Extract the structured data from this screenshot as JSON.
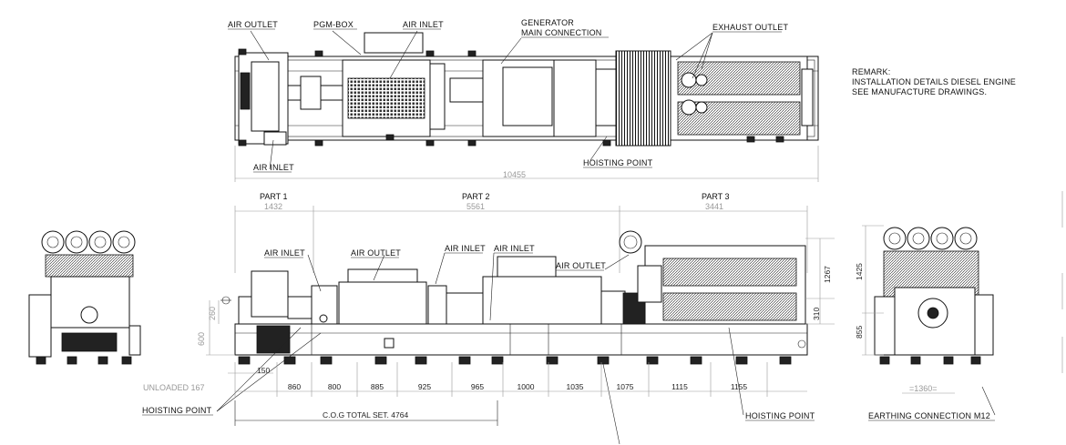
{
  "labels": {
    "air_outlet_top": "AIR OUTLET",
    "pgm_box": "PGM-BOX",
    "air_inlet_top": "AIR INLET",
    "generator_line1": "GENERATOR",
    "generator_line2": "MAIN CONNECTION",
    "exhaust_outlet": "EXHAUST OUTLET",
    "air_inlet_top_lower": "AIR INLET",
    "hoisting_point_top": "HOISTING POINT",
    "air_inlet_side1": "AIR INLET",
    "air_outlet_side": "AIR OUTLET",
    "air_inlet_side2": "AIR INLET",
    "air_inlet_side3": "AIR INLET",
    "air_outlet_side2": "AIR OUTLET",
    "hoisting_point_left": "HOISTING POINT",
    "hoisting_point_right": "HOISTING POINT",
    "earthing": "EARTHING CONNECTION M12"
  },
  "remark": {
    "line1": "REMARK:",
    "line2": "INSTALLATION DETAILS DIESEL ENGINE",
    "line3": "SEE MANUFACTURE DRAWINGS."
  },
  "parts": {
    "part1": "PART 1",
    "part2": "PART 2",
    "part3": "PART 3",
    "part1_len": "1432",
    "part2_len": "5561",
    "part3_len": "3441"
  },
  "dimensions": {
    "total_length": "10455",
    "h_1425": "1425",
    "h_855": "855",
    "h_1267": "1267",
    "h_310": "310",
    "h_260": "260",
    "h_600": "600",
    "d_150": "150",
    "unloaded": "UNLOADED 167",
    "cog": "C.O.G TOTAL SET. 4764",
    "track": "=1360=",
    "segments": [
      "860",
      "800",
      "885",
      "925",
      "965",
      "1000",
      "1035",
      "1075",
      "1115",
      "1155"
    ]
  }
}
